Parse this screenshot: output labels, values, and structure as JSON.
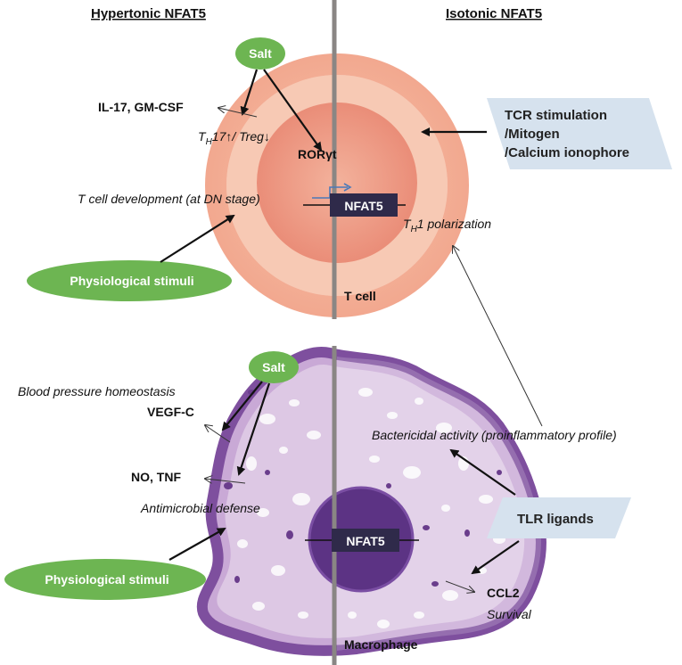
{
  "headers": {
    "left": "Hypertonic NFAT5",
    "right": "Isotonic NFAT5"
  },
  "tcell": {
    "salt": "Salt",
    "il17": "IL-17, GM-CSF",
    "th17_pre": "T",
    "th17_sub": "H",
    "th17_post": "17↑/ Treg↓",
    "rorgt": "RORγt",
    "nfat5": "NFAT5",
    "development": "T cell development (at DN stage)",
    "th1_pre": "T",
    "th1_sub": "H",
    "th1_post": "1 polarization",
    "physio": "Physiological stimuli",
    "tcr_line1": "TCR stimulation",
    "tcr_line2": "/Mitogen",
    "tcr_line3": "/Calcium ionophore",
    "label": "T cell"
  },
  "macrophage": {
    "salt": "Salt",
    "blood_pressure": "Blood pressure homeostasis",
    "vegfc": "VEGF-C",
    "no_tnf": "NO, TNF",
    "antimicrobial": "Antimicrobial defense",
    "physio": "Physiological stimuli",
    "bactericidal": "Bactericidal activity (proinflammatory profile)",
    "tlr": "TLR ligands",
    "nfat5": "NFAT5",
    "ccl2": "CCL2",
    "survival": "Survival",
    "label": "Macrophage"
  },
  "colors": {
    "green": "#6db552",
    "cell_outer": "#f5b8a0",
    "cell_inner": "#ef8c78",
    "macro_border": "#7e4f9e",
    "macro_fill": "#d9c5e0",
    "nucleus": "#55307a",
    "nfat_box": "#2f2a4a",
    "blue_box": "#d6e2ee",
    "divider": "#8a8684"
  }
}
